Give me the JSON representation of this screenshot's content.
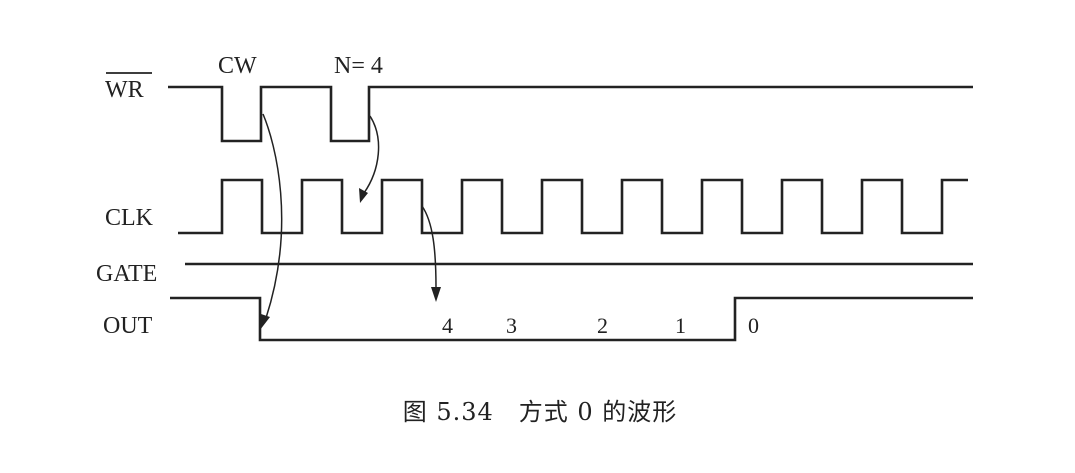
{
  "signals": {
    "wr": "WR",
    "clk": "CLK",
    "gate": "GATE",
    "out": "OUT"
  },
  "annotations": {
    "cw": "CW",
    "n": "N= 4"
  },
  "counts": [
    "4",
    "3",
    "2",
    "1",
    "0"
  ],
  "caption": "图 5.34　方式 0 的波形",
  "colors": {
    "ink": "#222222",
    "background": "#ffffff"
  }
}
